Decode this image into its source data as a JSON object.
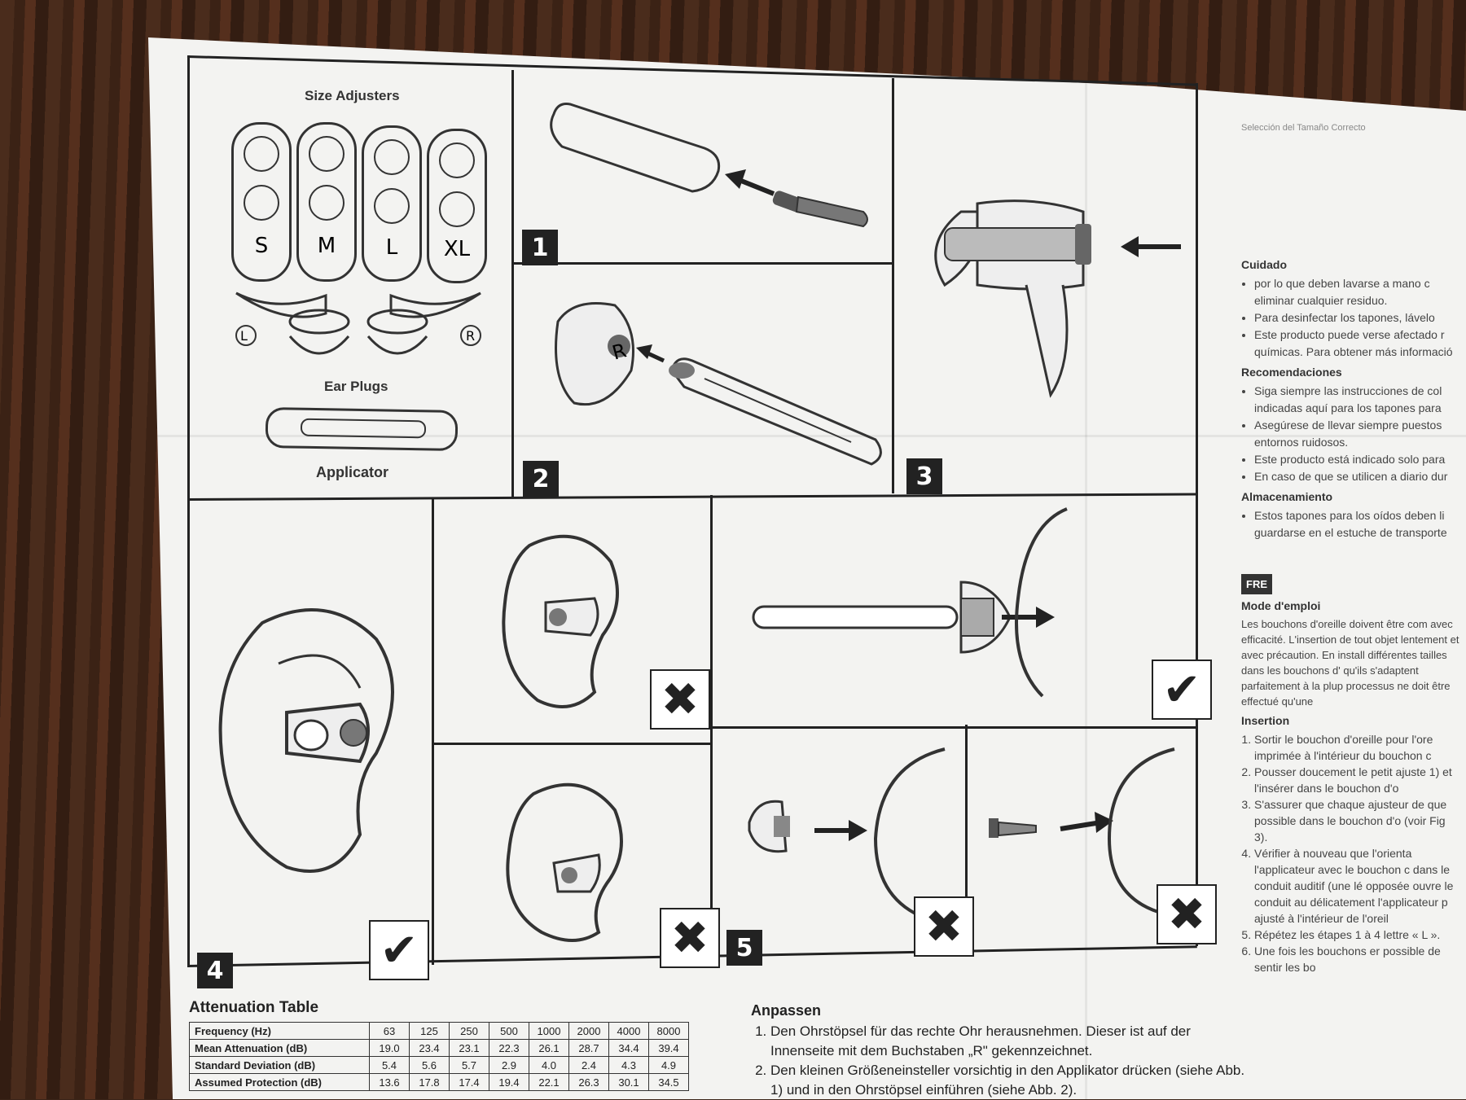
{
  "panel_top_left": {
    "size_adjusters_label": "Size Adjusters",
    "sizes": [
      "S",
      "M",
      "L",
      "XL"
    ],
    "ear_plugs_label": "Ear Plugs",
    "applicator_label": "Applicator",
    "left_mark": "L",
    "right_mark": "R"
  },
  "steps": {
    "n1": "1",
    "n2": "2",
    "n3": "3",
    "n4": "4",
    "n5": "5",
    "plug_letter": "R"
  },
  "marks": {
    "check": "✔",
    "cross": "✖"
  },
  "attenuation": {
    "title": "Attenuation Table",
    "rows": [
      {
        "label": "Frequency (Hz)",
        "values": [
          "63",
          "125",
          "250",
          "500",
          "1000",
          "2000",
          "4000",
          "8000"
        ]
      },
      {
        "label": "Mean Attenuation (dB)",
        "values": [
          "19.0",
          "23.4",
          "23.1",
          "22.3",
          "26.1",
          "28.7",
          "34.4",
          "39.4"
        ]
      },
      {
        "label": "Standard Deviation (dB)",
        "values": [
          "5.4",
          "5.6",
          "5.7",
          "2.9",
          "4.0",
          "2.4",
          "4.3",
          "4.9"
        ]
      },
      {
        "label": "Assumed Protection (dB)",
        "values": [
          "13.6",
          "17.8",
          "17.4",
          "19.4",
          "22.1",
          "26.3",
          "30.1",
          "34.5"
        ]
      }
    ]
  },
  "german": {
    "heading": "Anpassen",
    "items": [
      "Den Ohrstöpsel für das rechte Ohr herausnehmen. Dieser ist auf der Innenseite mit dem Buchstaben „R\" gekennzeichnet.",
      "Den kleinen Größeneinsteller vorsichtig in den Applikator drücken (siehe Abb. 1) und in den Ohrstöpsel einführen (siehe Abb. 2)."
    ]
  },
  "spanish": {
    "heading_faded": "Selección del Tamaño Correcto",
    "care_heading": "Cuidado",
    "care_items": [
      "por lo que deben lavarse a mano c eliminar cualquier residuo.",
      "Para desinfectar los tapones, lávelo",
      "Este producto puede verse afectado r químicas. Para obtener más informació"
    ],
    "rec_heading": "Recomendaciones",
    "rec_items": [
      "Siga siempre las instrucciones de col indicadas aquí para los tapones para",
      "Asegúrese de llevar siempre puestos entornos ruidosos.",
      "Este producto está indicado solo para",
      "En caso de que se utilicen a diario dur"
    ],
    "storage_heading": "Almacenamiento",
    "storage_items": [
      "Estos tapones para los oídos deben li guardarse en el estuche de transporte"
    ]
  },
  "french": {
    "badge": "FRE",
    "mode_heading": "Mode d'emploi",
    "mode_text": "Les bouchons d'oreille doivent être com avec efficacité. L'insertion de tout objet lentement et avec précaution. En install différentes tailles dans les bouchons d' qu'ils s'adaptent parfaitement à la plup processus ne doit être effectué qu'une",
    "insertion_heading": "Insertion",
    "insertion_items": [
      "Sortir le bouchon d'oreille pour l'ore imprimée à l'intérieur du bouchon c",
      "Pousser doucement le petit ajuste 1) et l'insérer dans le bouchon d'o",
      "S'assurer que chaque ajusteur de que possible dans le bouchon d'o (voir Fig 3).",
      "Vérifier à nouveau que l'orienta l'applicateur avec le bouchon c dans le conduit auditif (une lé opposée ouvre le conduit au délicatement l'applicateur p ajusté à l'intérieur de l'oreil",
      "Répétez les étapes 1 à 4 lettre « L ».",
      "Une fois les bouchons er possible de sentir les bo"
    ]
  }
}
